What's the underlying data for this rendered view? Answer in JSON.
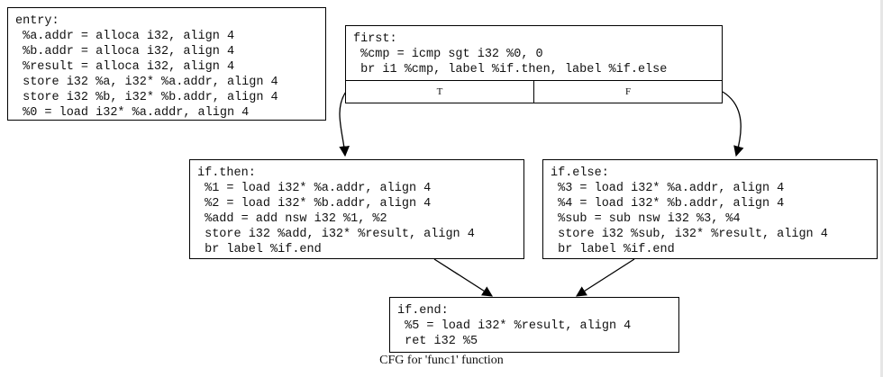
{
  "nodes": {
    "entry": {
      "lines": [
        "entry:",
        " %a.addr = alloca i32, align 4",
        " %b.addr = alloca i32, align 4",
        " %result = alloca i32, align 4",
        " store i32 %a, i32* %a.addr, align 4",
        " store i32 %b, i32* %b.addr, align 4",
        " %0 = load i32* %a.addr, align 4"
      ]
    },
    "first": {
      "lines": [
        "first:",
        " %cmp = icmp sgt i32 %0, 0",
        " br i1 %cmp, label %if.then, label %if.else"
      ],
      "port_true": "T",
      "port_false": "F"
    },
    "if_then": {
      "lines": [
        "if.then:",
        " %1 = load i32* %a.addr, align 4",
        " %2 = load i32* %b.addr, align 4",
        " %add = add nsw i32 %1, %2",
        " store i32 %add, i32* %result, align 4",
        " br label %if.end"
      ]
    },
    "if_else": {
      "lines": [
        "if.else:",
        " %3 = load i32* %a.addr, align 4",
        " %4 = load i32* %b.addr, align 4",
        " %sub = sub nsw i32 %3, %4",
        " store i32 %sub, i32* %result, align 4",
        " br label %if.end"
      ]
    },
    "if_end": {
      "lines": [
        "if.end:",
        " %5 = load i32* %result, align 4",
        " ret i32 %5"
      ]
    }
  },
  "edges": [
    {
      "from": "first",
      "port": "T",
      "to": "if.then"
    },
    {
      "from": "first",
      "port": "F",
      "to": "if.else"
    },
    {
      "from": "if.then",
      "to": "if.end"
    },
    {
      "from": "if.else",
      "to": "if.end"
    }
  ],
  "caption": "CFG for 'func1' function"
}
